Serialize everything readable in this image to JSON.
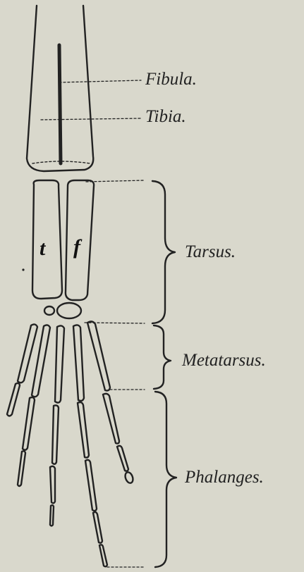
{
  "labels": {
    "fibula": "Fibula.",
    "tibia": "Tibia.",
    "tarsus": "Tarsus.",
    "metatarsus": "Metatarsus.",
    "phalanges": "Phalanges."
  },
  "bone_letters": {
    "tibiale": "t",
    "fibulare": "f"
  },
  "colors": {
    "background": "#d9d8cc",
    "ink": "#222222"
  }
}
